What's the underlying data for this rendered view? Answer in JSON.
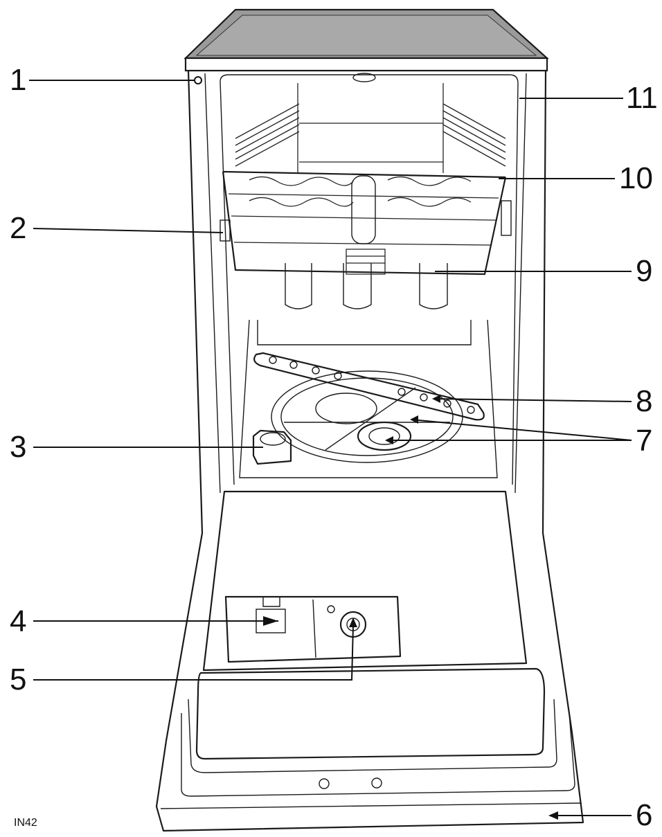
{
  "callouts": [
    {
      "num": "1"
    },
    {
      "num": "2"
    },
    {
      "num": "3"
    },
    {
      "num": "4"
    },
    {
      "num": "5"
    },
    {
      "num": "6"
    },
    {
      "num": "7"
    },
    {
      "num": "8"
    },
    {
      "num": "9"
    },
    {
      "num": "10"
    },
    {
      "num": "11"
    }
  ],
  "figure_code": "IN42",
  "colors": {
    "line": "#1a1a1a",
    "top_fill": "#9a9a9a",
    "body_fill": "#ffffff"
  }
}
